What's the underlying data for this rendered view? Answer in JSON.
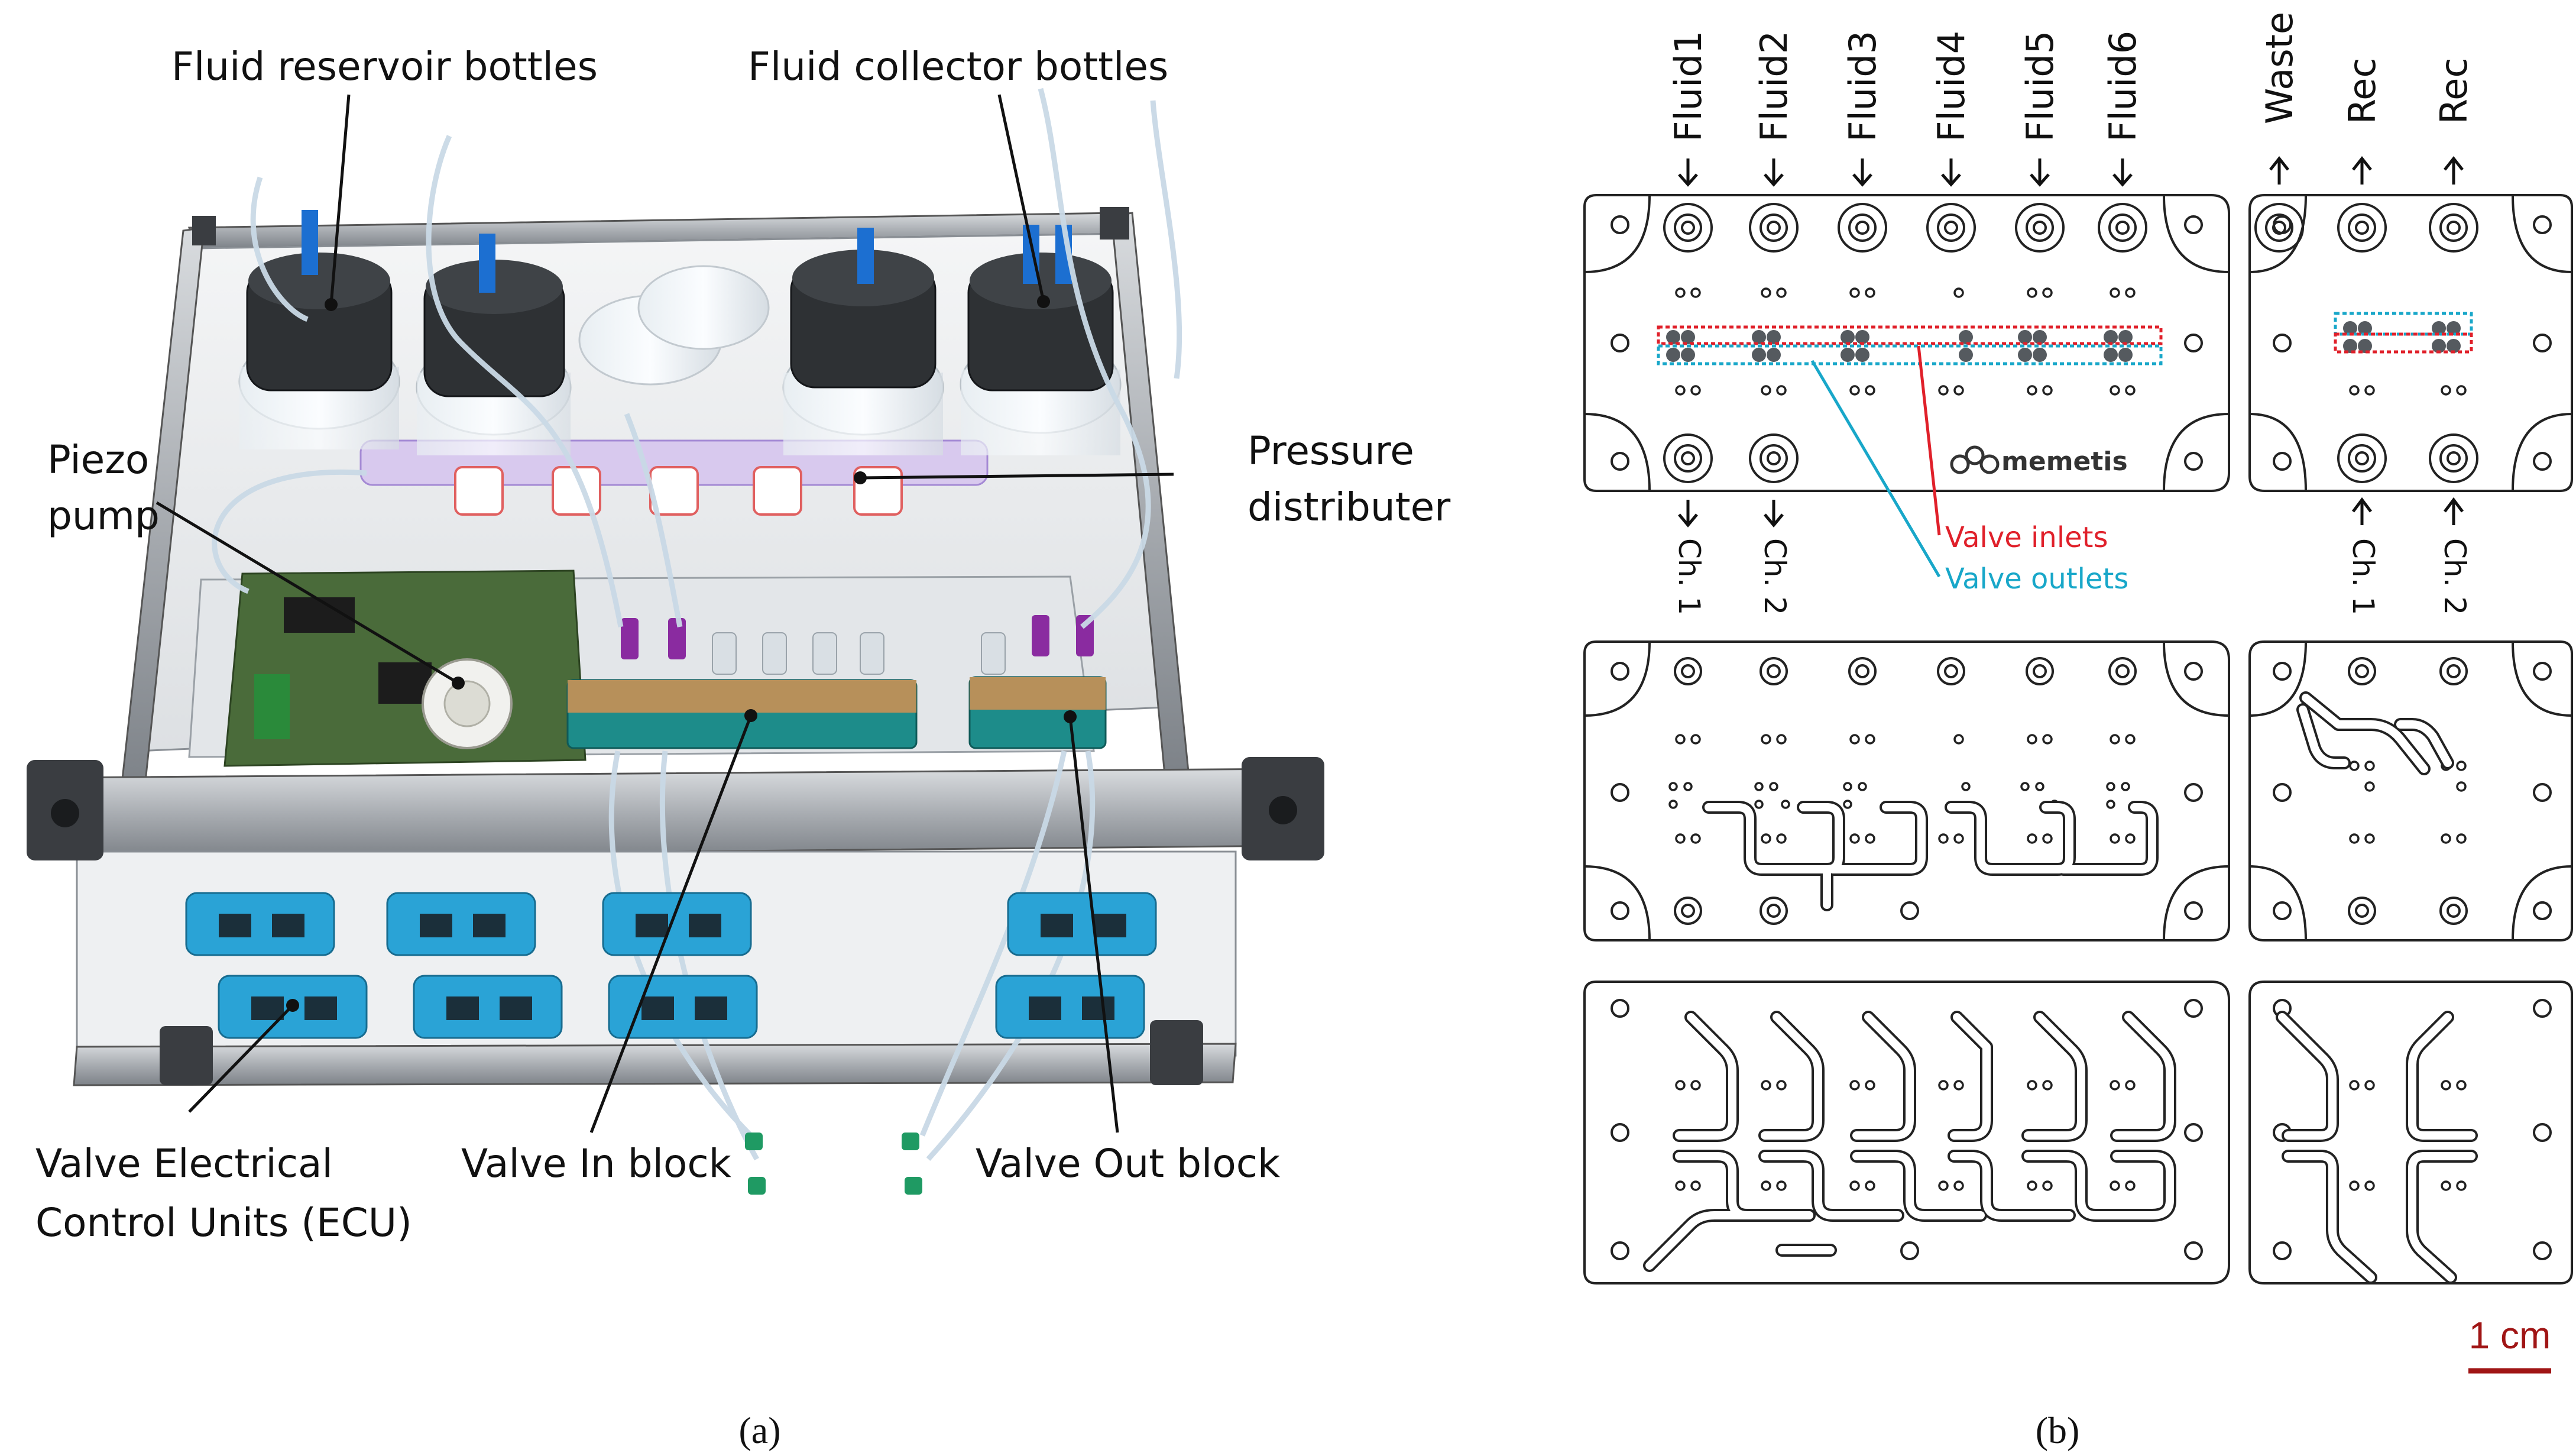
{
  "panel_a": {
    "caption": "(a)",
    "labels": {
      "reservoir": "Fluid reservoir bottles",
      "collector": "Fluid collector bottles",
      "piezo_line1": "Piezo",
      "piezo_line2": "pump",
      "pressure_line1": "Pressure",
      "pressure_line2": "distributer",
      "ecu_line1": "Valve Electrical",
      "ecu_line2": "Control Units (ECU)",
      "valve_in": "Valve In block",
      "valve_out": "Valve Out block"
    }
  },
  "panel_b": {
    "caption": "(b)",
    "inlet_labels": [
      "Fluid1",
      "Fluid2",
      "Fluid3",
      "Fluid4",
      "Fluid5",
      "Fluid6"
    ],
    "outlet_labels": [
      "Waste",
      "Rec",
      "Rec"
    ],
    "channel_labels_left": [
      "Ch. 1",
      "Ch. 2"
    ],
    "channel_labels_right": [
      "Ch. 1",
      "Ch. 2"
    ],
    "legend_inlets": "Valve inlets",
    "legend_outlets": "Valve outlets",
    "logo_text": "memetis",
    "scale_bar": "1 cm",
    "colors": {
      "inlets": "#e0202a",
      "outlets": "#18a7c9",
      "scale": "#a01515"
    }
  }
}
